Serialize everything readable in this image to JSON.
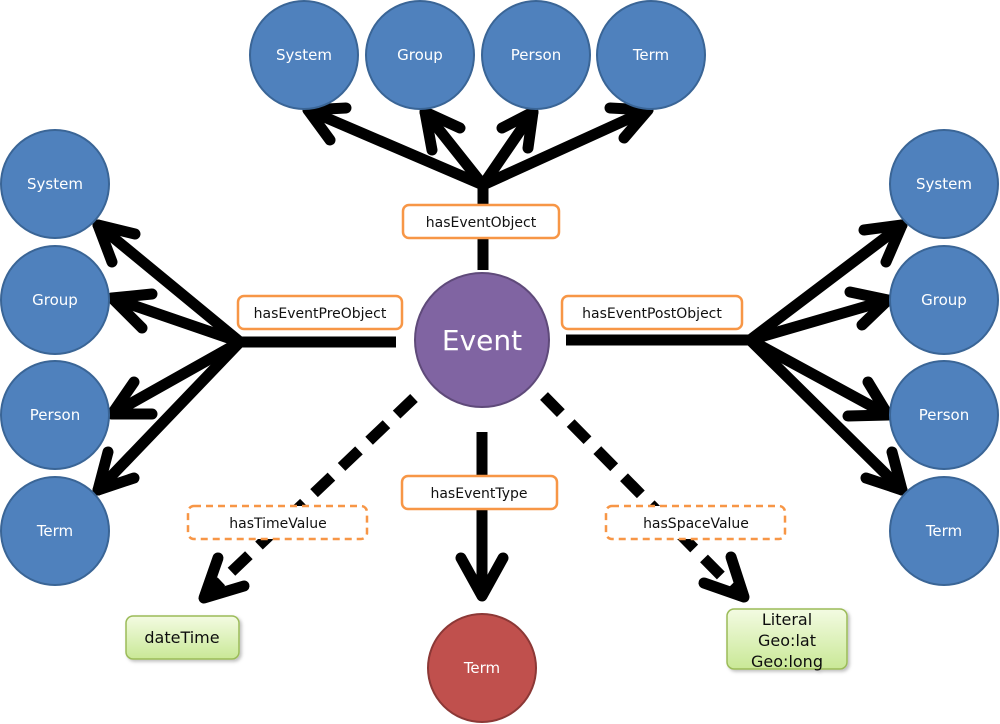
{
  "colors": {
    "entity_fill": "#4f81bd",
    "entity_stroke": "#3a6596",
    "event_fill": "#8064a2",
    "event_stroke": "#5f4a7a",
    "type_fill": "#c0504d",
    "type_stroke": "#8c3836",
    "label_border": "#f79646",
    "literal_fill": "#d7f0a8",
    "literal_stroke": "#9bbb59",
    "edge": "#000000"
  },
  "center": {
    "label": "Event"
  },
  "groups": {
    "top": {
      "property": "hasEventObject",
      "targets": [
        "System",
        "Group",
        "Person",
        "Term"
      ]
    },
    "left": {
      "property": "hasEventPreObject",
      "targets": [
        "System",
        "Group",
        "Person",
        "Term"
      ]
    },
    "right": {
      "property": "hasEventPostObject",
      "targets": [
        "System",
        "Group",
        "Person",
        "Term"
      ]
    }
  },
  "type_edge": {
    "property": "hasEventType",
    "target": "Term"
  },
  "time_edge": {
    "property": "hasTimeValue",
    "target": "dateTime",
    "style": "dashed"
  },
  "space_edge": {
    "property": "hasSpaceValue",
    "target_lines": [
      "Literal",
      "Geo:lat",
      "Geo:long"
    ],
    "style": "dashed"
  }
}
